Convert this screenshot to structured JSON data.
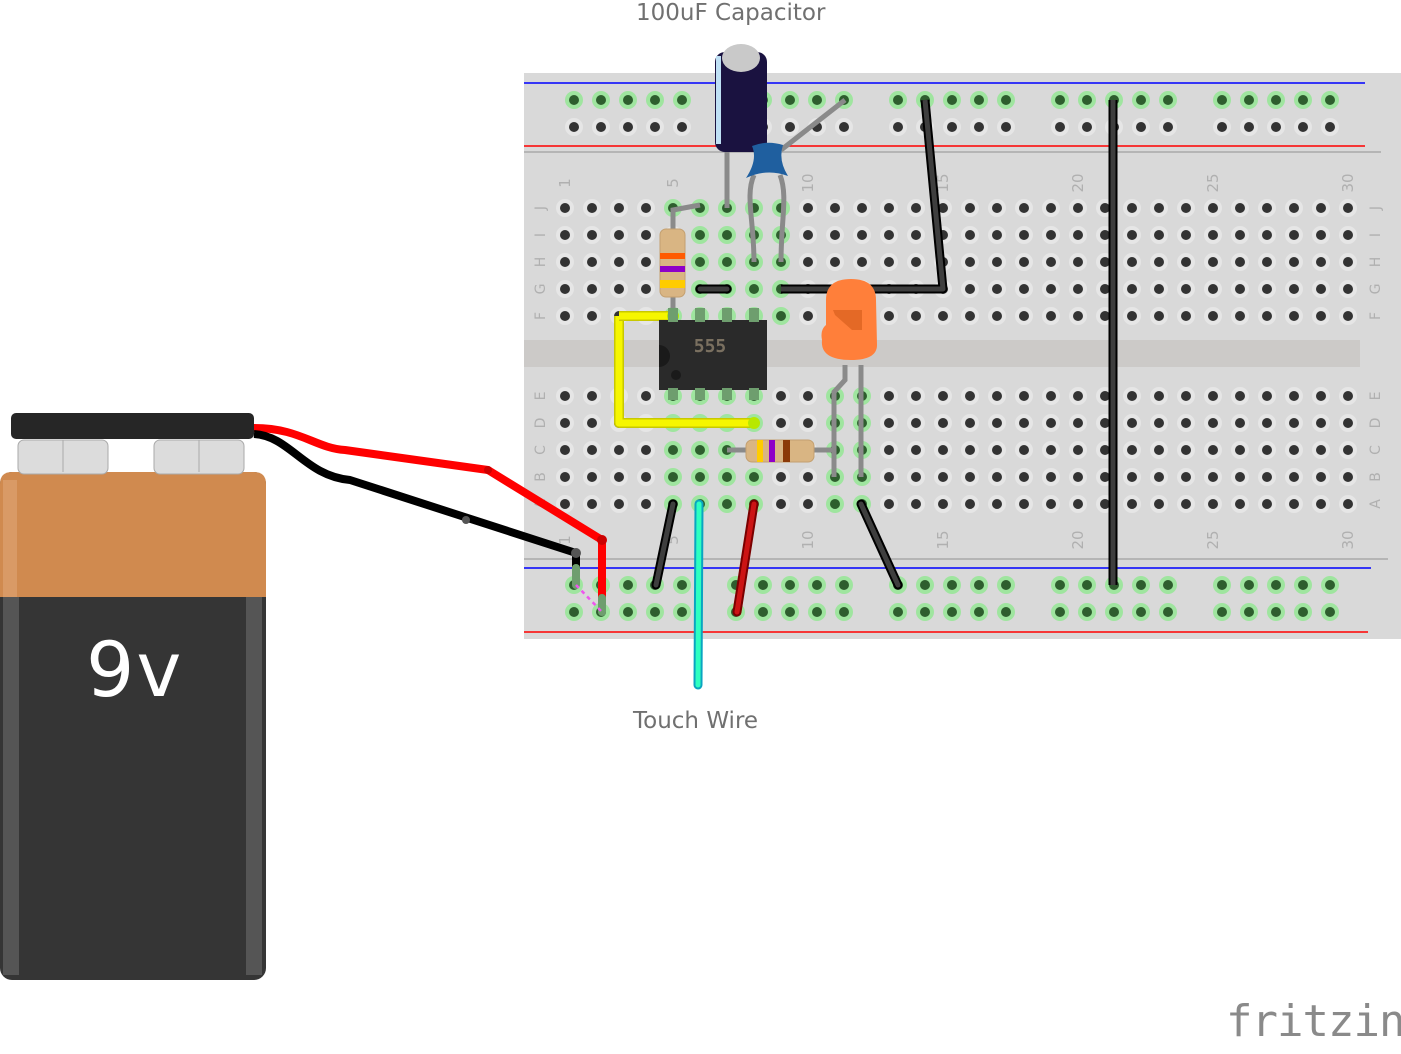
{
  "app": {
    "name": "Fritzing",
    "logo_text": "fritzing",
    "view": "breadboard"
  },
  "labels": {
    "capacitor_note": "100uF Capacitor",
    "touch_wire_note": "Touch Wire"
  },
  "breadboard": {
    "columns": 30,
    "column_number_labels": [
      "1",
      "5",
      "10",
      "15",
      "20",
      "25",
      "30"
    ],
    "top_rows": [
      "J",
      "I",
      "H",
      "G",
      "F"
    ],
    "bottom_rows": [
      "E",
      "D",
      "C",
      "B",
      "A"
    ],
    "rail_colors": {
      "negative": "#0000ff",
      "positive": "#ff0000"
    }
  },
  "components": {
    "battery": {
      "name": "9V Battery",
      "label": "9v",
      "top_color": "#d08a4f",
      "body_color": "#353535"
    },
    "ic": {
      "name": "555 Timer",
      "label": "555"
    },
    "electrolytic_capacitor": {
      "name": "100uF Capacitor",
      "color": "#1a1240"
    },
    "ceramic_capacitor": {
      "name": "Ceramic Capacitor",
      "color": "#1f5f9f"
    },
    "led": {
      "name": "LED",
      "color": "#ff7f3a"
    },
    "resistor_1": {
      "name": "Resistor",
      "bands": [
        "#ff5a00",
        "#8e00c8",
        "#ffcc00"
      ]
    },
    "resistor_2": {
      "name": "Resistor",
      "bands": [
        "#ffcc00",
        "#8e00c8",
        "#8b3a08"
      ]
    }
  },
  "wires": [
    {
      "id": "battery-red",
      "color": "#ff0000"
    },
    {
      "id": "battery-black",
      "color": "#000000"
    },
    {
      "id": "yellow-jumper",
      "color": "#f3f300"
    },
    {
      "id": "touch-wire",
      "color": "#2effc0"
    },
    {
      "id": "red-jumper",
      "color": "#c41414"
    },
    {
      "id": "black-jumpers",
      "color": "#404040"
    }
  ]
}
